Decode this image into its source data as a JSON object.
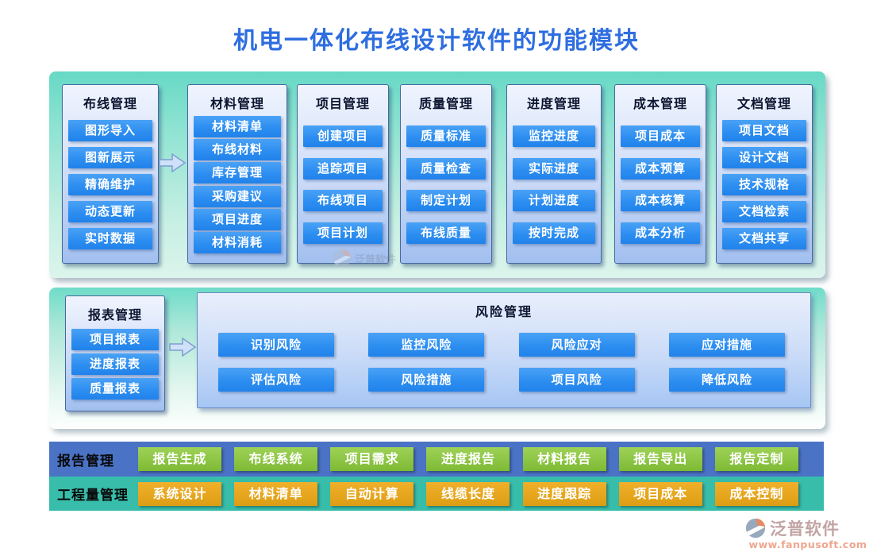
{
  "title": "机电一体化布线设计软件的功能模块",
  "colors": {
    "title_blue": "#2e6ee0",
    "module_button_blue": "#2d8ef1",
    "board_teal": "#66d9c5",
    "panel_blue": "#a2bfef",
    "band_report_blue": "#4a73c5",
    "band_quantity_teal": "#38bdab",
    "report_button_green": "#8cc63f",
    "quantity_button_orange": "#e6a71e"
  },
  "top": {
    "columns": [
      {
        "header": "布线管理",
        "items": [
          "图形导入",
          "图新展示",
          "精确维护",
          "动态更新",
          "实时数据"
        ]
      },
      {
        "header": "材料管理",
        "items": [
          "材料清单",
          "布线材料",
          "库存管理",
          "采购建议",
          "项目进度",
          "材料消耗"
        ]
      },
      {
        "header": "项目管理",
        "items": [
          "创建项目",
          "追踪项目",
          "布线项目",
          "项目计划"
        ]
      },
      {
        "header": "质量管理",
        "items": [
          "质量标准",
          "质量检查",
          "制定计划",
          "布线质量"
        ]
      },
      {
        "header": "进度管理",
        "items": [
          "监控进度",
          "实际进度",
          "计划进度",
          "按时完成"
        ]
      },
      {
        "header": "成本管理",
        "items": [
          "项目成本",
          "成本预算",
          "成本核算",
          "成本分析"
        ]
      },
      {
        "header": "文档管理",
        "items": [
          "项目文档",
          "设计文档",
          "技术规格",
          "文档检索",
          "文档共享"
        ]
      }
    ]
  },
  "mid": {
    "report": {
      "header": "报表管理",
      "items": [
        "项目报表",
        "进度报表",
        "质量报表"
      ]
    },
    "risk": {
      "header": "风险管理",
      "rows": [
        [
          "识别风险",
          "监控风险",
          "风险应对",
          "应对措施"
        ],
        [
          "评估风险",
          "风险措施",
          "项目风险",
          "降低风险"
        ]
      ]
    }
  },
  "bottom": {
    "rows": [
      {
        "label": "报告管理",
        "items": [
          "报告生成",
          "布线系统",
          "项目需求",
          "进度报告",
          "材料报告",
          "报告导出",
          "报告定制"
        ]
      },
      {
        "label": "工程量管理",
        "items": [
          "系统设计",
          "材料清单",
          "自动计算",
          "线缆长度",
          "进度跟踪",
          "项目成本",
          "成本控制"
        ]
      }
    ]
  },
  "footer": {
    "brand": "泛普软件",
    "url": "www.fanpusoft.com"
  },
  "watermark": {
    "icon": "fanpu-logo-icon",
    "text": "泛普软件"
  }
}
